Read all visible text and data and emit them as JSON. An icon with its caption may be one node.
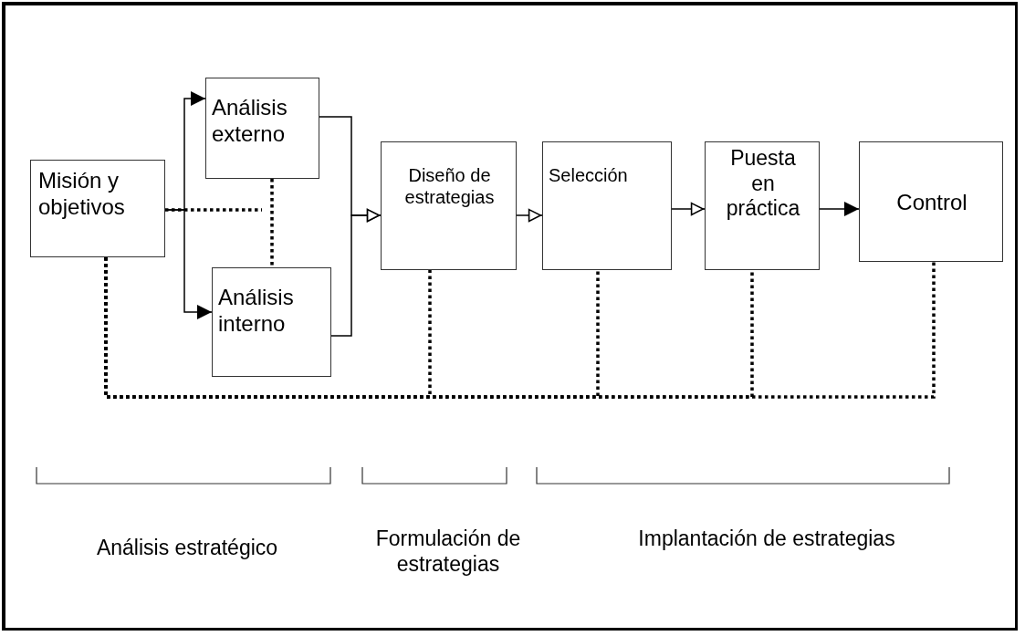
{
  "diagram": {
    "nodes": [
      {
        "text": [
          "Misión y objetivos"
        ]
      },
      {
        "text": [
          "Análisis externo"
        ]
      },
      {
        "text": [
          "Análisis interno"
        ]
      },
      {
        "text": [
          "Diseño de estrategias"
        ]
      },
      {
        "text": [
          "Selección"
        ]
      },
      {
        "text": [
          "Puesta en práctica"
        ]
      },
      {
        "text": [
          "Control"
        ]
      }
    ],
    "edges": [
      {
        "from": 0,
        "to": 1,
        "arrow": "to"
      },
      {
        "from": 0,
        "to": 2,
        "arrow": "to"
      },
      {
        "from": 1,
        "to": 3,
        "arrow": "to"
      },
      {
        "from": 2,
        "to": 3,
        "arrow": "to"
      },
      {
        "from": 3,
        "to": 4,
        "arrow": "to"
      },
      {
        "from": 4,
        "to": 5,
        "arrow": "to"
      },
      {
        "from": 5,
        "to": 6,
        "arrow": "to"
      },
      {
        "from": 1,
        "to": 2,
        "arrow": "none",
        "style": "dashed"
      },
      {
        "from": 0,
        "to": null,
        "arrow": "none",
        "style": "dashed"
      },
      {
        "from": 0,
        "to": 3,
        "arrow": "none",
        "style": "dashed"
      },
      {
        "from": 0,
        "to": 4,
        "arrow": "none",
        "style": "dashed"
      },
      {
        "from": 0,
        "to": 5,
        "arrow": "none",
        "style": "dashed"
      },
      {
        "from": 0,
        "to": 6,
        "arrow": "none",
        "style": "dashed"
      }
    ],
    "labels": [
      "Análisis estratégico",
      "Formulación de estrategias",
      "Implantación de estrategias"
    ]
  }
}
